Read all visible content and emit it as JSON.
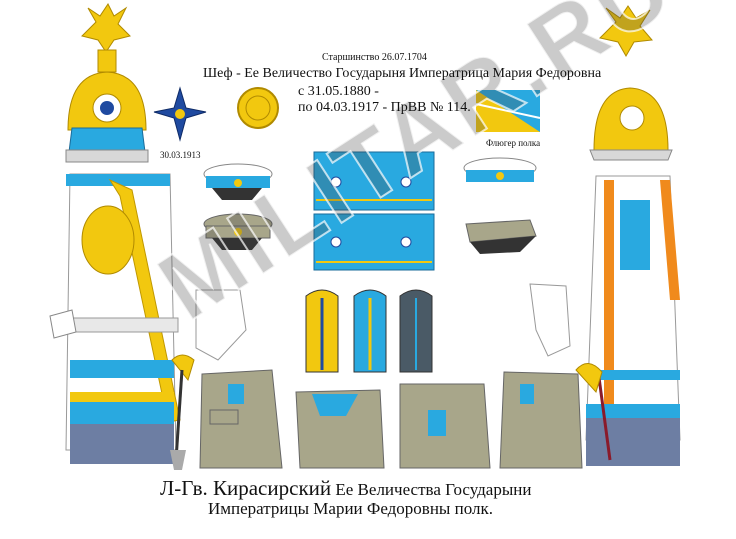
{
  "header": {
    "seniority": "Старшинство 26.07.1704",
    "chief": "Шеф - Ее Величество Государыня  Императрица Мария Федоровна",
    "date_from": "с 31.05.1880 -",
    "date_to": "по 04.03.1917 - ПрВВ № 114."
  },
  "labels": {
    "order_date": "30.03.1913",
    "flag_label": "Флюгер полка"
  },
  "footer": {
    "regiment_line1a": "Л-Гв. Кирасирский",
    "regiment_line1b": " Ее Величества Государыни",
    "regiment_line2": "Императрицы Марии Федоровны полк."
  },
  "watermark": "MILITAR.RU",
  "colors": {
    "light_blue": "#29a9e0",
    "gold": "#f2c80f",
    "khaki": "#a8a68a",
    "dark_blue_trousers": "#6d7ea3",
    "white": "#ffffff",
    "orange": "#f08a1c"
  }
}
